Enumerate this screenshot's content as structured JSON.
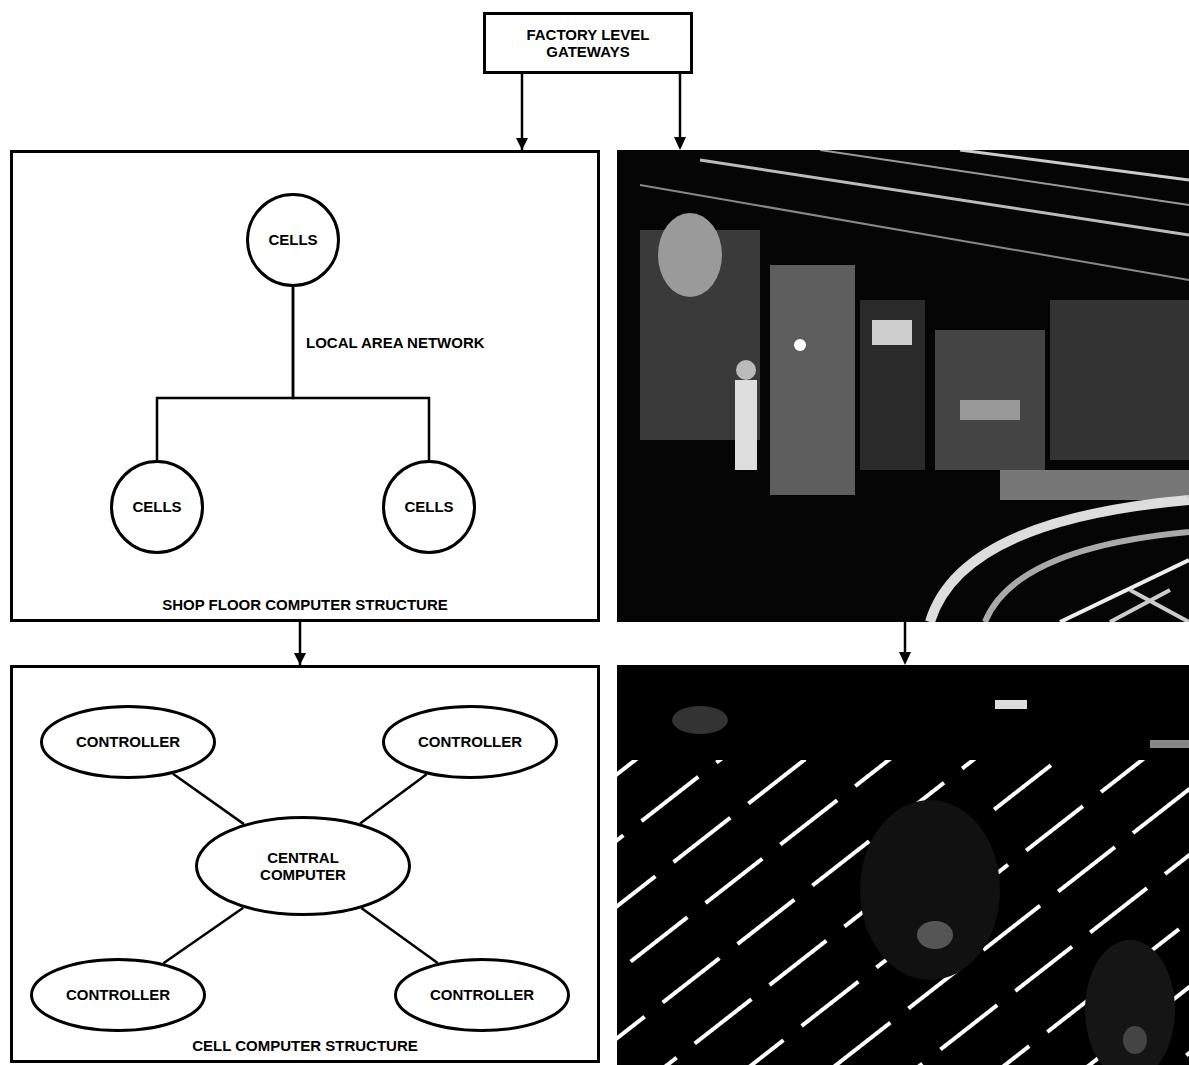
{
  "diagram": {
    "nodes": [
      {
        "text": [
          "FACTORY LEVEL GATEWAYS"
        ]
      },
      {
        "text": [
          "SHOP FLOOR COMPUTER STRUCTURE"
        ]
      },
      {
        "text": [
          "CELLS"
        ],
        "in": 1
      },
      {
        "text": [
          "CELLS"
        ],
        "in": 1
      },
      {
        "text": [
          "CELLS"
        ],
        "in": 1
      },
      {
        "text": [
          "CELL COMPUTER STRUCTURE"
        ]
      },
      {
        "text": [
          "CONTROLLER"
        ],
        "in": 5
      },
      {
        "text": [
          "CONTROLLER"
        ],
        "in": 5
      },
      {
        "text": [
          "CENTRAL COMPUTER"
        ],
        "in": 5
      },
      {
        "text": [
          "CONTROLLER"
        ],
        "in": 5
      },
      {
        "text": [
          "CONTROLLER"
        ],
        "in": 5
      }
    ],
    "edges": [
      {
        "from": 0,
        "to": 1,
        "arrow": "to"
      },
      {
        "from": 1,
        "to": 5,
        "arrow": "to"
      },
      {
        "from": 2,
        "to": 3,
        "label": "LOCAL AREA NETWORK",
        "arrow": "none"
      },
      {
        "from": 2,
        "to": 4,
        "arrow": "none"
      },
      {
        "from": 8,
        "to": 6,
        "arrow": "none"
      },
      {
        "from": 8,
        "to": 7,
        "arrow": "none"
      },
      {
        "from": 8,
        "to": 9,
        "arrow": "none"
      },
      {
        "from": 8,
        "to": 10,
        "arrow": "none"
      }
    ]
  }
}
